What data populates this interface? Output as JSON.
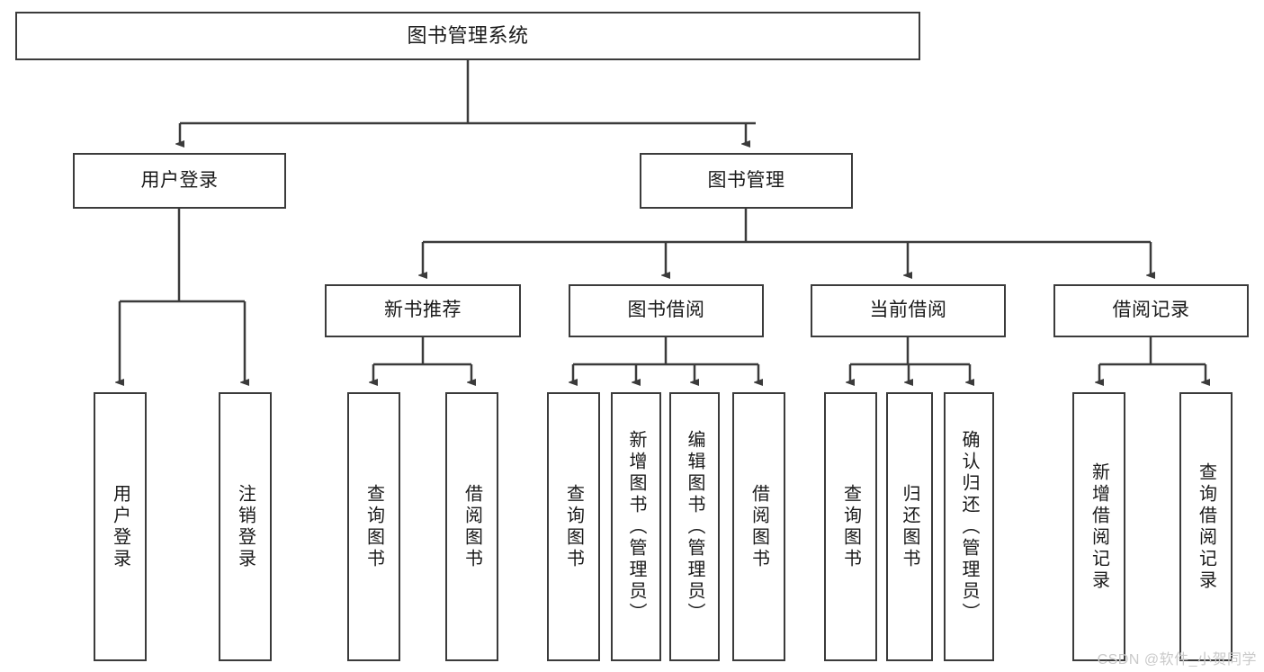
{
  "diagram": {
    "title": "图书管理系统",
    "type": "tree-hierarchy-chart",
    "accent_color": "#3b3b3b",
    "background": "#ffffff",
    "root": {
      "label": "图书管理系统"
    },
    "level2": [
      {
        "label": "用户登录"
      },
      {
        "label": "图书管理"
      }
    ],
    "level3": [
      {
        "label": "新书推荐"
      },
      {
        "label": "图书借阅"
      },
      {
        "label": "当前借阅"
      },
      {
        "label": "借阅记录"
      }
    ],
    "leaves": {
      "user_login": [
        {
          "label": "用户登录"
        },
        {
          "label": "注销登录"
        }
      ],
      "new_book": [
        {
          "label": "查询图书"
        },
        {
          "label": "借阅图书"
        }
      ],
      "book_borrow": [
        {
          "label": "查询图书"
        },
        {
          "label": "新增图书（管理员）"
        },
        {
          "label": "编辑图书（管理员）"
        },
        {
          "label": "借阅图书"
        }
      ],
      "current_borrow": [
        {
          "label": "查询图书"
        },
        {
          "label": "归还图书"
        },
        {
          "label": "确认归还（管理员）"
        }
      ],
      "borrow_record": [
        {
          "label": "新增借阅记录"
        },
        {
          "label": "查询借阅记录"
        }
      ]
    }
  },
  "watermark": {
    "text": "CSDN @软件_小贺同学"
  }
}
